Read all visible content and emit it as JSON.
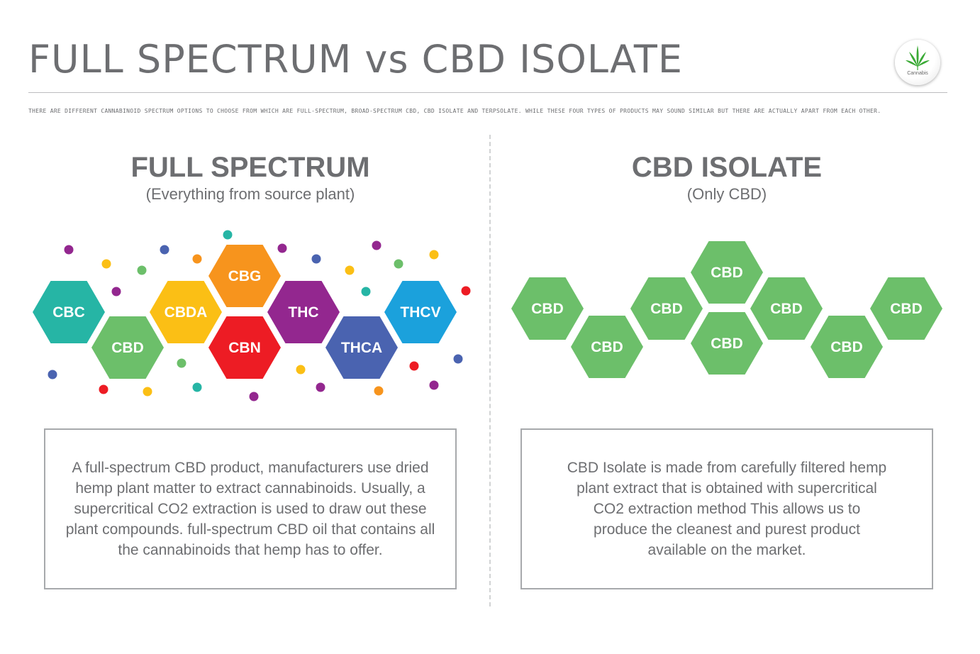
{
  "header": {
    "title": "FULL SPECTRUM vs CBD ISOLATE",
    "intro": "THERE ARE DIFFERENT CANNABINOID SPECTRUM OPTIONS TO CHOOSE FROM WHICH ARE FULL-SPECTRUM, BROAD-SPECTRUM CBD, CBD ISOLATE AND TERPSOLATE. WHILE THESE FOUR TYPES OF PRODUCTS MAY SOUND SIMILAR BUT THERE ARE ACTUALLY APART FROM EACH OTHER.",
    "logo_icon": "cannabis-leaf-icon",
    "logo_text": "Cannabis"
  },
  "full_spectrum": {
    "heading": "FULL SPECTRUM",
    "subheading": "(Everything from source plant)",
    "hexagons": [
      {
        "label": "CBC",
        "color": "#26b5a5"
      },
      {
        "label": "CBD",
        "color": "#6cbf6a"
      },
      {
        "label": "CBDA",
        "color": "#fbbf15"
      },
      {
        "label": "CBG",
        "color": "#f7941d"
      },
      {
        "label": "CBN",
        "color": "#ed1c24"
      },
      {
        "label": "THC",
        "color": "#93278f"
      },
      {
        "label": "THCA",
        "color": "#4a63b0"
      },
      {
        "label": "THCV",
        "color": "#1ba1dc"
      }
    ],
    "description": "A full-spectrum CBD product, manufacturers use dried hemp plant matter to extract cannabinoids. Usually, a supercritical CO2 extraction is used to draw out these plant compounds. full-spectrum CBD oil that contains all the cannabinoids that hemp has to offer."
  },
  "cbd_isolate": {
    "heading": "CBD ISOLATE",
    "subheading": "(Only CBD)",
    "hexagon_color": "#6cbf6a",
    "hexagons": [
      "CBD",
      "CBD",
      "CBD",
      "CBD",
      "CBD",
      "CBD",
      "CBD",
      "CBD"
    ],
    "description": "CBD Isolate is made from carefully filtered hemp plant extract that is obtained with supercritical CO2 extraction method This allows us to produce the cleanest and purest product available on the market."
  },
  "dot_colors": [
    "#93278f",
    "#fbbf15",
    "#6cbf6a",
    "#4a63b0",
    "#f7941d",
    "#26b5a5",
    "#ed1c24"
  ]
}
